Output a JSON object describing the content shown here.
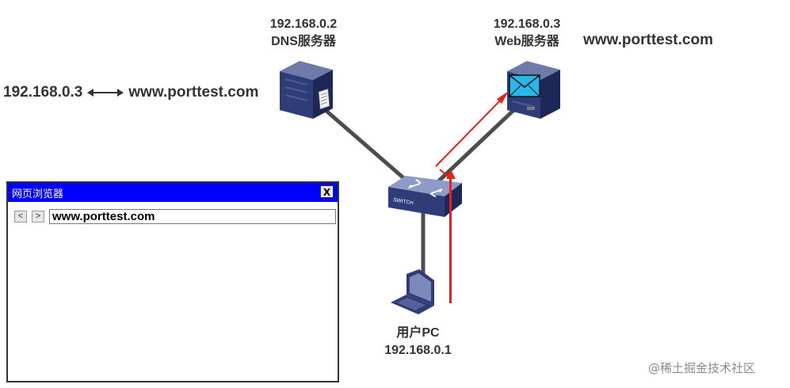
{
  "dns_server": {
    "ip": "192.168.0.2",
    "name": "DNS服务器"
  },
  "web_server": {
    "ip": "192.168.0.3",
    "name": "Web服务器",
    "domain": "www.porttest.com"
  },
  "dns_mapping": {
    "ip": "192.168.0.3",
    "domain": "www.porttest.com"
  },
  "user_pc": {
    "name": "用户PC",
    "ip": "192.168.0.1"
  },
  "switch": {
    "label": "SWITCH"
  },
  "browser": {
    "title": "网页浏览器",
    "close_label": "X",
    "back_label": "<",
    "forward_label": ">",
    "url": "www.porttest.com"
  },
  "watermark": "@稀土掘金技术社区",
  "colors": {
    "browser_titlebar": "#0000ff",
    "arrow": "#e8201a",
    "link": "#4d4d4d",
    "device": "#2e3d78"
  },
  "icons": [
    "dns-server-icon",
    "web-server-icon",
    "mail-icon",
    "switch-icon",
    "laptop-icon",
    "double-arrow-icon"
  ]
}
